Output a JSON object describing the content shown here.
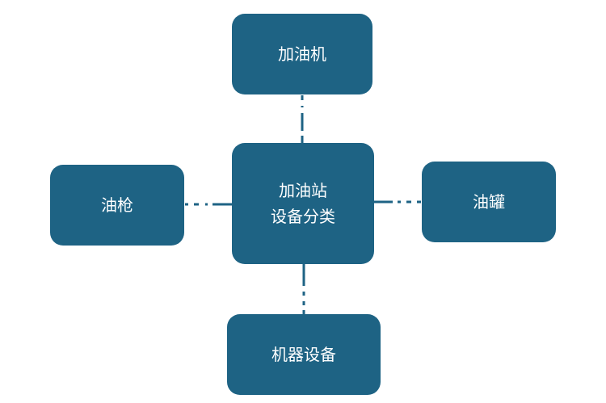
{
  "diagram": {
    "center": {
      "line1": "加油站",
      "line2": "设备分类"
    },
    "top": {
      "label": "加油机"
    },
    "left": {
      "label": "油枪"
    },
    "right": {
      "label": "油罐"
    },
    "bottom": {
      "label": "机器设备"
    },
    "colors": {
      "node_fill": "#1e6384",
      "node_text": "#ffffff",
      "connector": "#1e6384"
    }
  }
}
